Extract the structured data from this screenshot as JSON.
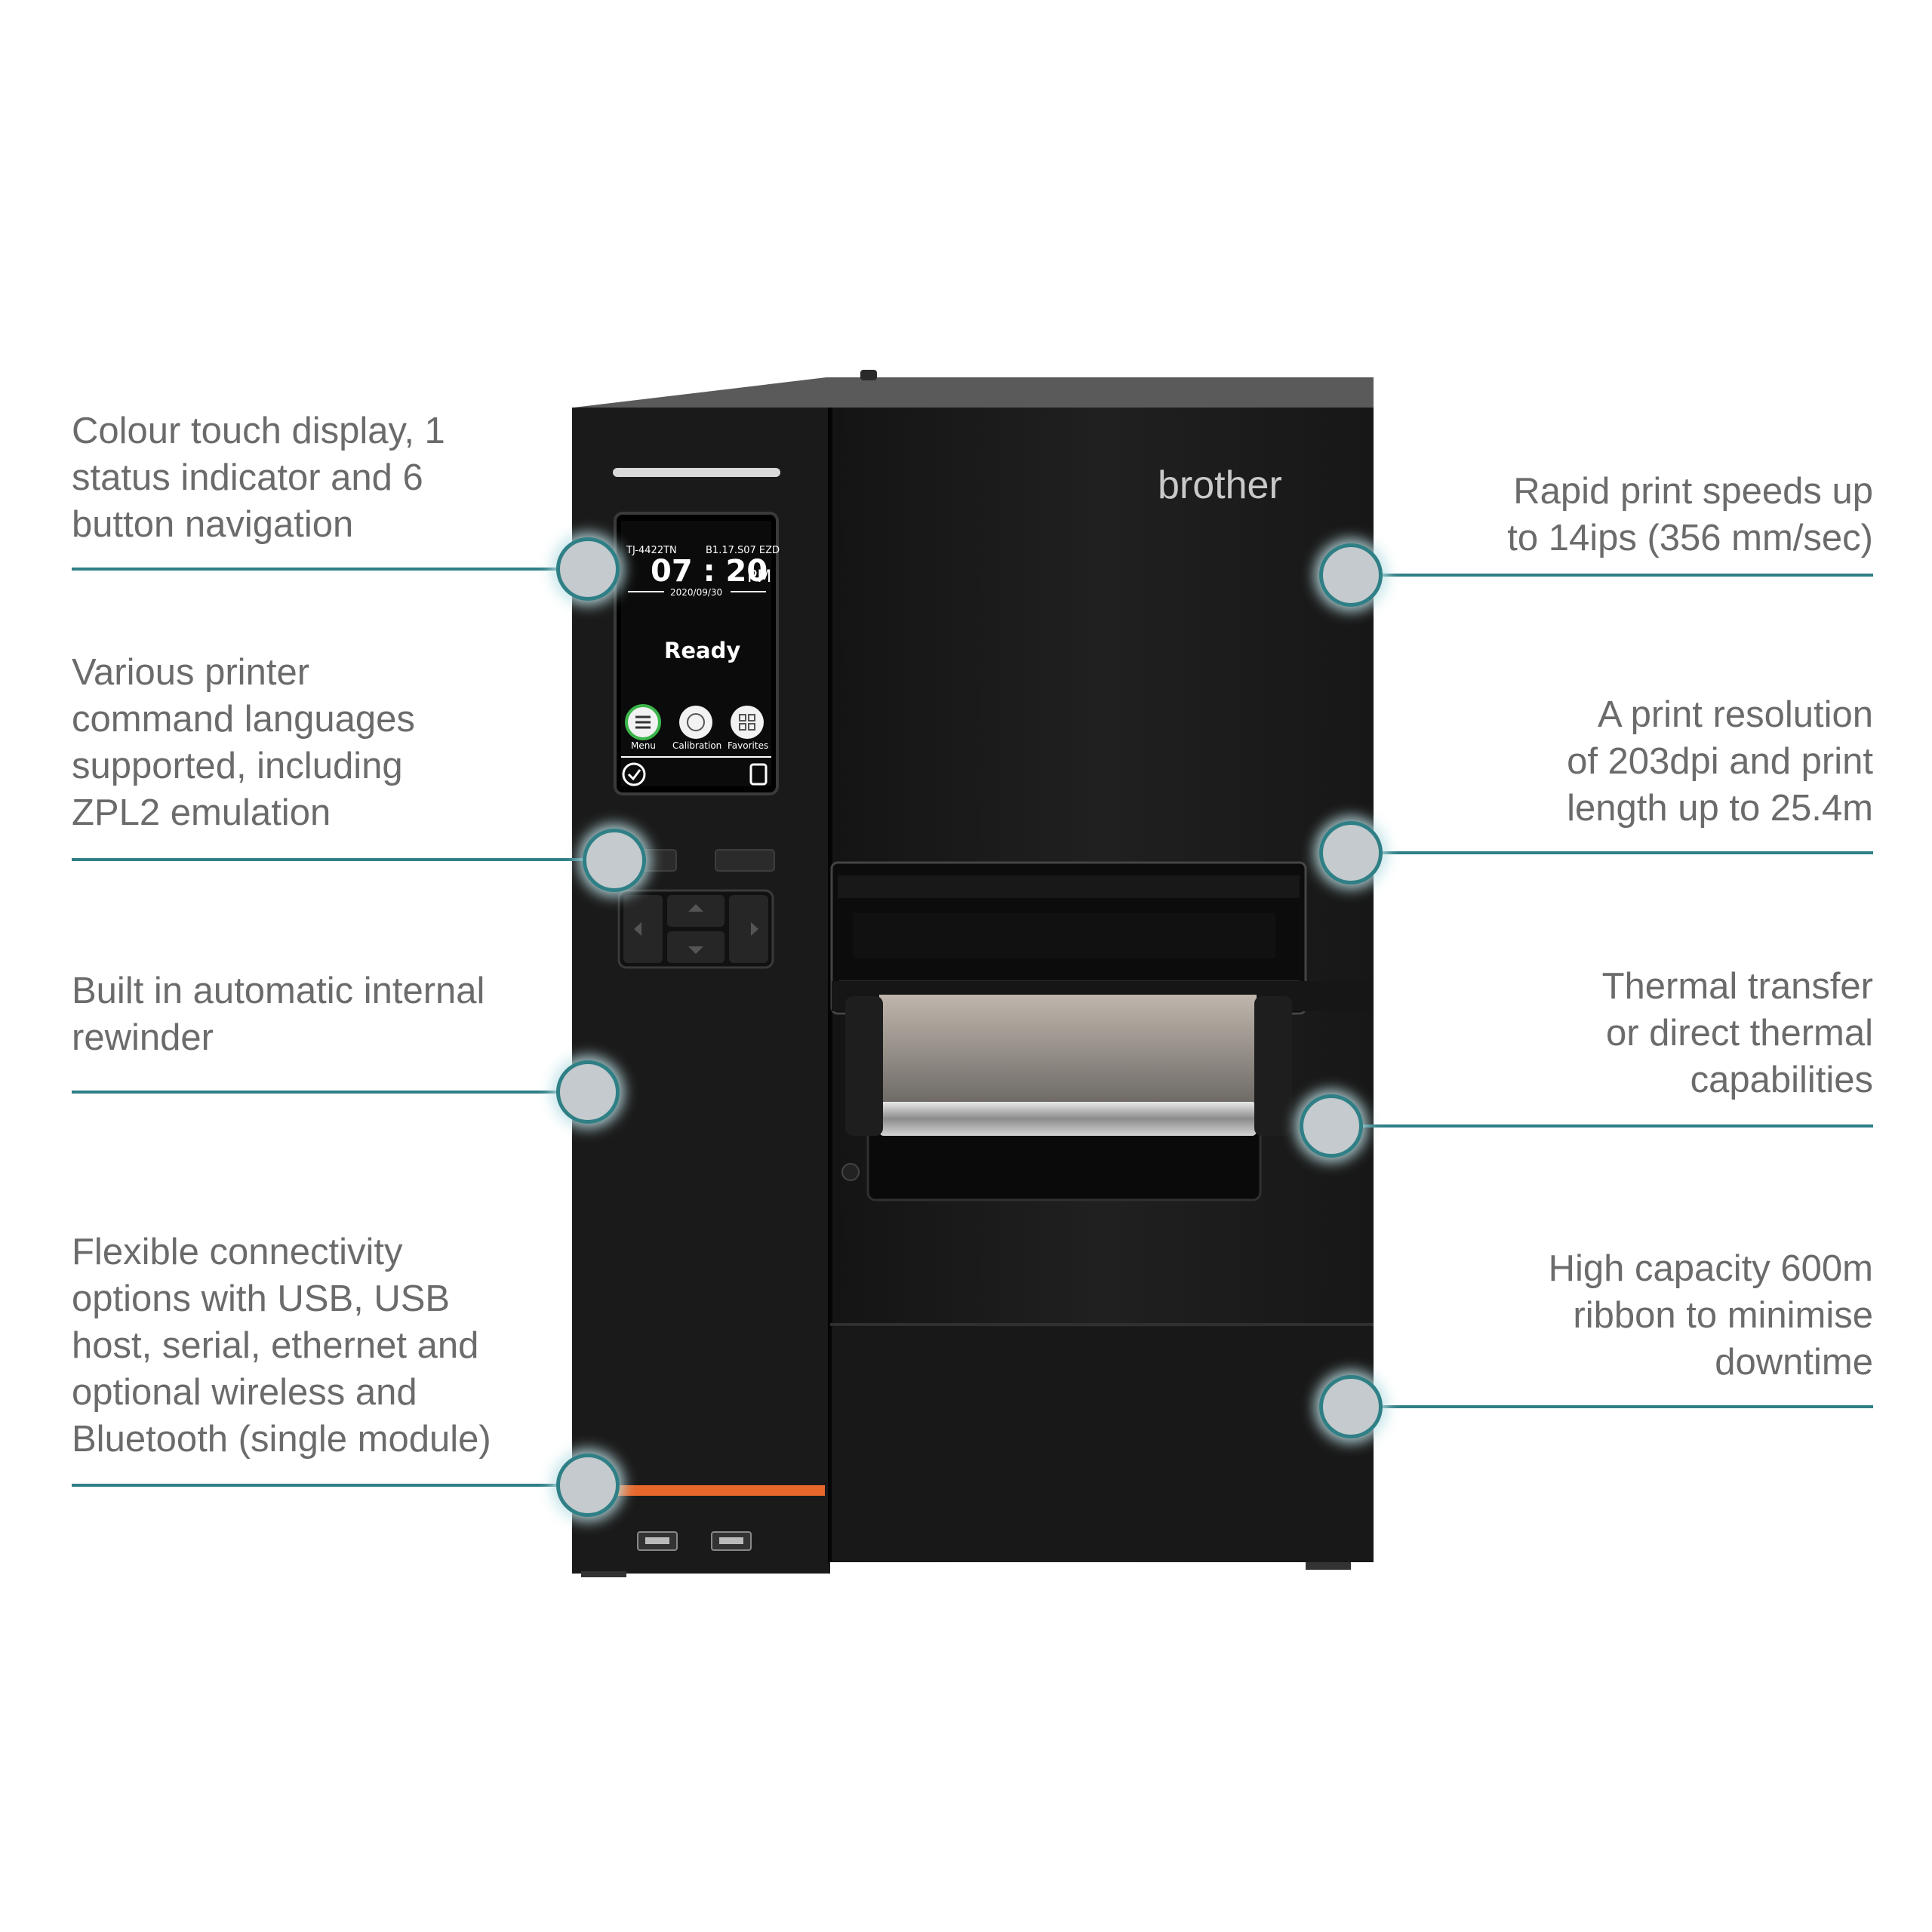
{
  "printer": {
    "brand": "brother",
    "screen": {
      "model": "TJ-4422TN",
      "firmware": "B1.17.S07 EZD",
      "time": "07 : 20",
      "ampm": "PM",
      "date": "2020/09/30",
      "status": "Ready",
      "buttons": [
        "Menu",
        "Calibration",
        "Favorites"
      ]
    },
    "colors": {
      "body": "#1b1b1b",
      "accent": "#e8672a",
      "callout": "#2f7f86"
    }
  },
  "callouts": {
    "left": [
      "Colour touch display, 1\nstatus indicator and 6\nbutton navigation",
      "Various printer\ncommand languages\nsupported, including\nZPL2 emulation",
      "Built in automatic internal\nrewinder",
      "Flexible connectivity\noptions with USB, USB\nhost, serial, ethernet and\noptional wireless and\nBluetooth (single module)"
    ],
    "right": [
      "Rapid print speeds up\nto 14ips (356 mm/sec)",
      "A print resolution\nof 203dpi and print\nlength up to 25.4m",
      "Thermal transfer\nor direct thermal\ncapabilities",
      "High capacity 600m\nribbon to minimise\ndowntime"
    ]
  }
}
